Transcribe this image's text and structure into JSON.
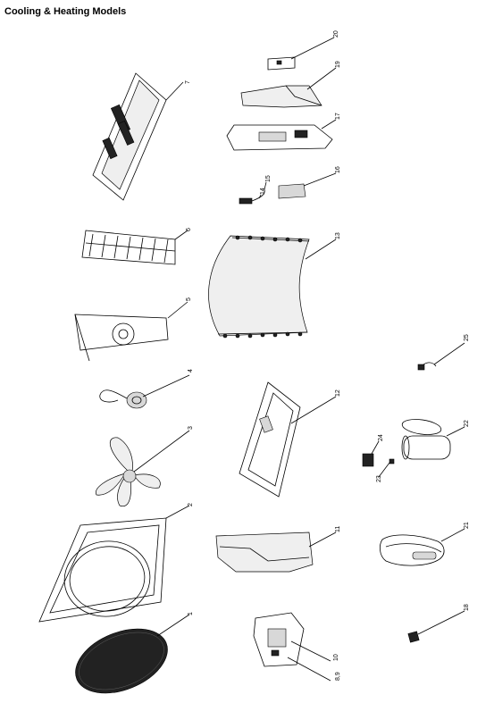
{
  "title": "Cooling & Heating Models",
  "callouts": {
    "panel": "7",
    "filter": "6",
    "base_frame": "5",
    "motor": "4",
    "fan_blade": "3",
    "housing": "2",
    "grille": "1",
    "top_cover": "20",
    "top_bracket": "19",
    "drain_tray": "17",
    "control_box": "16",
    "sensor_a": "15",
    "sensor_b": "14",
    "heat_exchanger": "13",
    "control_board": "12",
    "bottom_tray": "11",
    "electrical_box": "10",
    "electrical_box_b": "8,9",
    "connector": "25",
    "compressor": "22",
    "capacitor": "24",
    "clip": "23",
    "pipe_assembly": "21",
    "plug": "18"
  }
}
